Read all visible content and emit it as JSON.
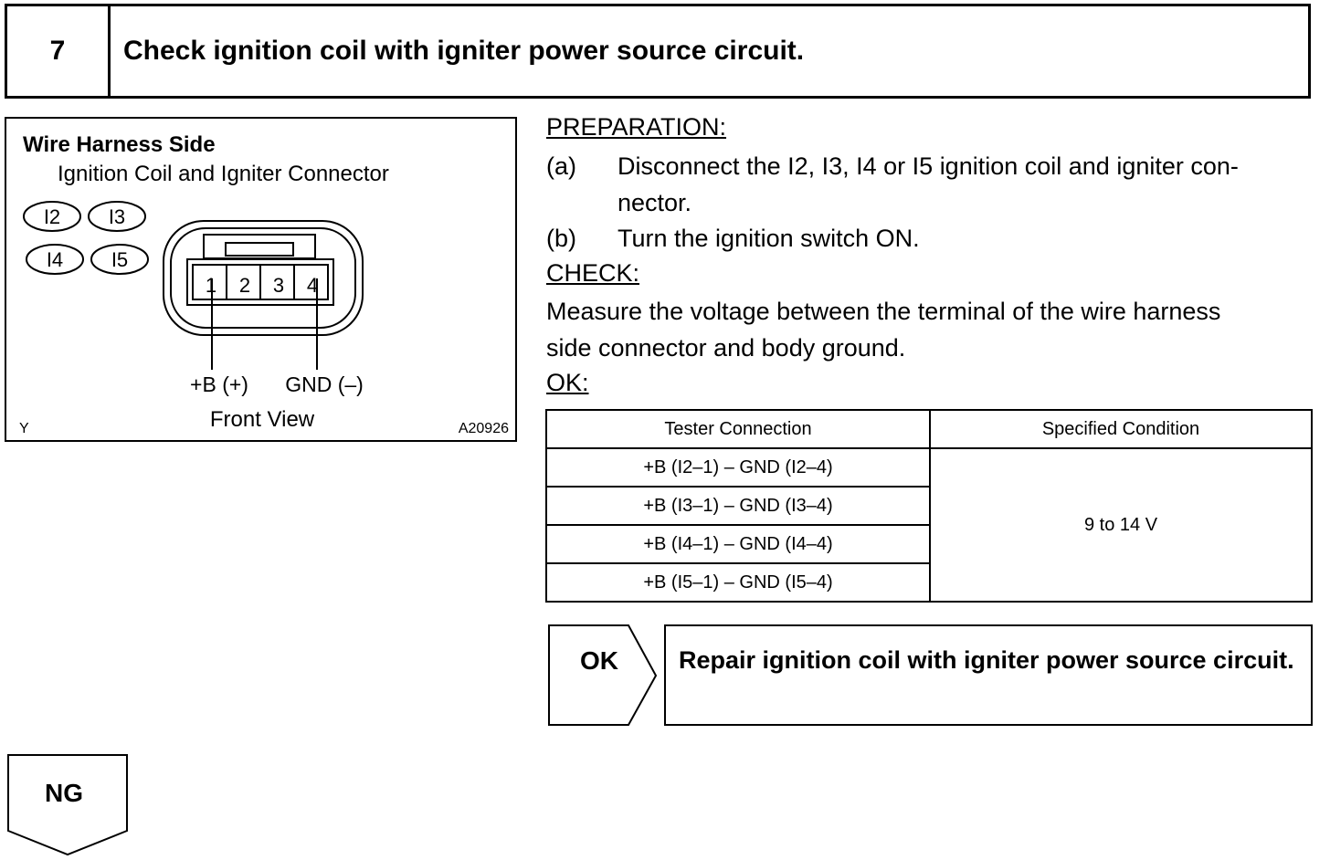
{
  "step": {
    "number": "7",
    "title": "Check ignition coil with igniter power source circuit."
  },
  "diagram": {
    "title": "Wire Harness Side",
    "subtitle": "Ignition Coil and Igniter Connector",
    "connector_labels": [
      "I2",
      "I3",
      "I4",
      "I5"
    ],
    "pins": [
      "1",
      "2",
      "3",
      "4"
    ],
    "pin1_label": "+B (+)",
    "pin4_label": "GND (–)",
    "view_label": "Front View",
    "corner_left": "Y",
    "corner_right": "A20926"
  },
  "preparation": {
    "heading": "PREPARATION:",
    "steps": [
      {
        "label": "(a)",
        "text_line1": "Disconnect the I2, I3, I4 or I5 ignition coil and igniter con-",
        "text_line2": "nector."
      },
      {
        "label": "(b)",
        "text_line1": "Turn the ignition switch ON."
      }
    ]
  },
  "check": {
    "heading": "CHECK:",
    "line1": "Measure the voltage between the terminal of the wire harness",
    "line2": "side connector and body ground."
  },
  "ok": {
    "heading": "OK:"
  },
  "table": {
    "headers": [
      "Tester Connection",
      "Specified Condition"
    ],
    "rows": [
      "+B (I2–1) – GND (I2–4)",
      "+B (I3–1) – GND (I3–4)",
      "+B (I4–1) – GND (I4–4)",
      "+B (I5–1) – GND (I5–4)"
    ],
    "condition": "9 to 14 V"
  },
  "result_ok": {
    "label": "OK",
    "action": "Repair ignition coil with igniter power source circuit."
  },
  "result_ng": {
    "label": "NG"
  }
}
